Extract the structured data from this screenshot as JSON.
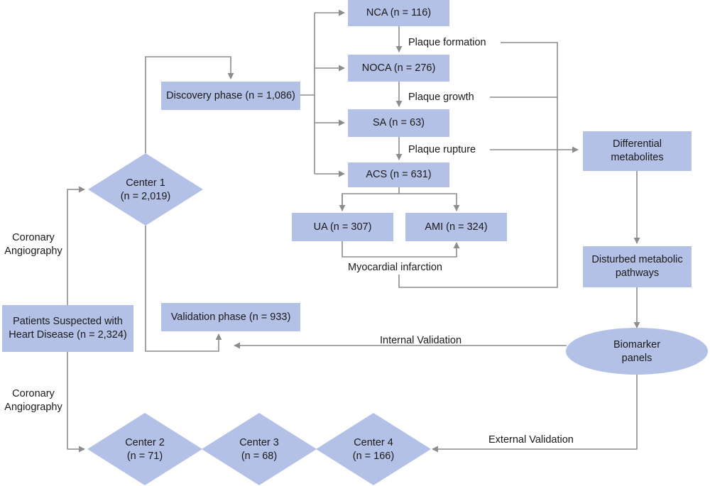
{
  "colors": {
    "node_fill": "#b4c1e6",
    "connector": "#8c8c8c",
    "text": "#1a1a1a"
  },
  "nodes": {
    "patients": {
      "line1": "Patients Suspected with",
      "line2": "Heart Disease (n = 2,324)"
    },
    "center1": {
      "line1": "Center 1",
      "line2": "(n = 2,019)"
    },
    "discovery": "Discovery phase (n = 1,086)",
    "validation": "Validation phase (n = 933)",
    "nca": "NCA (n = 116)",
    "noca": "NOCA (n = 276)",
    "sa": "SA (n = 63)",
    "acs": "ACS (n = 631)",
    "ua": "UA (n = 307)",
    "ami": "AMI (n = 324)",
    "differential": {
      "line1": "Differential",
      "line2": "metabolites"
    },
    "disturbed": {
      "line1": "Disturbed metabolic",
      "line2": "pathways"
    },
    "biomarker": {
      "line1": "Biomarker",
      "line2": "panels"
    },
    "center2": {
      "line1": "Center 2",
      "line2": "(n = 71)"
    },
    "center3": {
      "line1": "Center 3",
      "line2": "(n = 68)"
    },
    "center4": {
      "line1": "Center 4",
      "line2": "(n = 166)"
    }
  },
  "labels": {
    "coronary_top": {
      "line1": "Coronary",
      "line2": "Angiography"
    },
    "coronary_bottom": {
      "line1": "Coronary",
      "line2": "Angiography"
    },
    "plaque_formation": "Plaque formation",
    "plaque_growth": "Plaque growth",
    "plaque_rupture": "Plaque rupture",
    "myocardial_infarction": "Myocardial infarction",
    "internal_validation": "Internal Validation",
    "external_validation": "External Validation"
  }
}
